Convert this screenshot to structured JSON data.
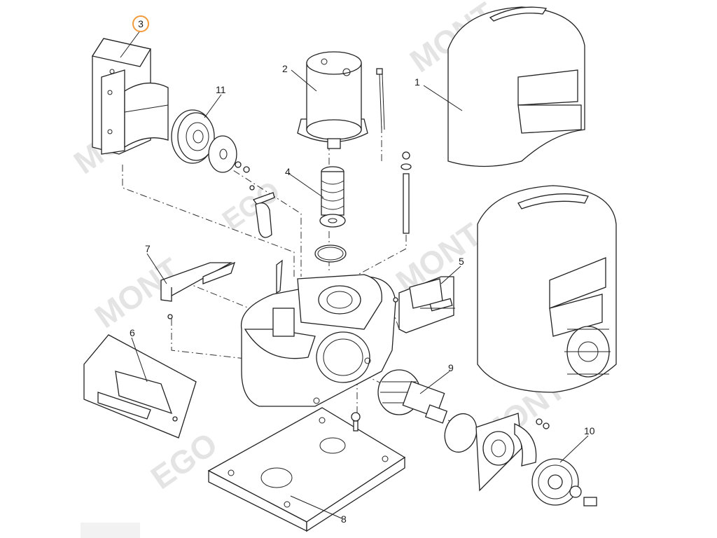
{
  "diagram": {
    "type": "exploded-parts-view",
    "watermark_text": "MONT EGO",
    "highlight_color": "#f39a3a",
    "callouts": [
      {
        "id": "1",
        "text": "1"
      },
      {
        "id": "2",
        "text": "2"
      },
      {
        "id": "3",
        "text": "3",
        "highlighted": true
      },
      {
        "id": "4",
        "text": "4"
      },
      {
        "id": "5",
        "text": "5"
      },
      {
        "id": "6",
        "text": "6"
      },
      {
        "id": "7",
        "text": "7"
      },
      {
        "id": "8",
        "text": "8"
      },
      {
        "id": "9",
        "text": "9"
      },
      {
        "id": "10",
        "text": "10"
      },
      {
        "id": "11",
        "text": "11"
      }
    ]
  }
}
